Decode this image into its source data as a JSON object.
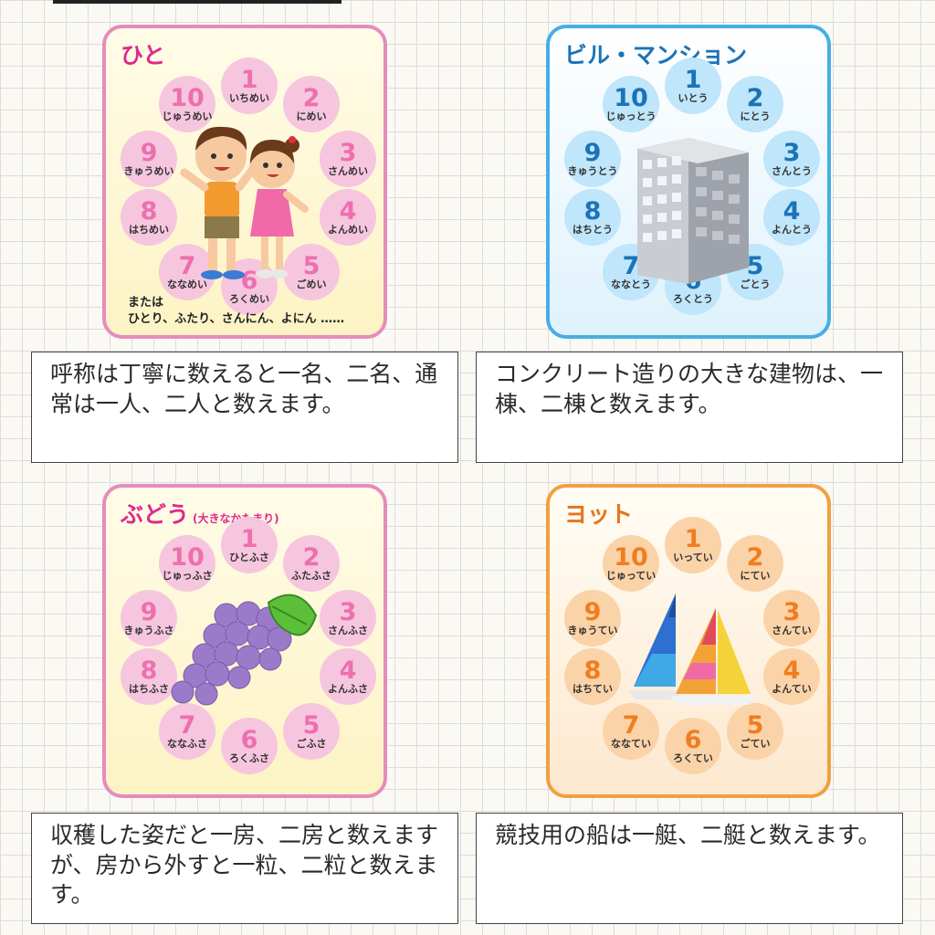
{
  "cards": {
    "hito": {
      "title": "ひと",
      "readings": [
        "いちめい",
        "にめい",
        "さんめい",
        "よんめい",
        "ごめい",
        "ろくめい",
        "ななめい",
        "はちめい",
        "きゅうめい",
        "じゅうめい"
      ],
      "note_line1": "または",
      "note_line2": "ひとり、ふたり、さんにん、よにん ……",
      "colors": {
        "border": "#e68cbc",
        "title": "#e0288c",
        "bubble": "#f6c6df",
        "num": "#ee6fae",
        "bg_top": "#fffce8",
        "bg_bottom": "#fdf3c4"
      }
    },
    "building": {
      "title": "ビル・マンション",
      "readings": [
        "いとう",
        "にとう",
        "さんとう",
        "よんとう",
        "ごとう",
        "ろくとう",
        "ななとう",
        "はちとう",
        "きゅうとう",
        "じゅっとう"
      ],
      "colors": {
        "border": "#46aee6",
        "title": "#1b73b8",
        "bubble": "#bfe6fa",
        "num": "#1b73b8",
        "bg_top": "#ffffff",
        "bg_bottom": "#dff2fc"
      }
    },
    "grape": {
      "title": "ぶどう",
      "subtitle": "(大きなかたまり)",
      "readings": [
        "ひとふさ",
        "ふたふさ",
        "さんふさ",
        "よんふさ",
        "ごふさ",
        "ろくふさ",
        "ななふさ",
        "はちふさ",
        "きゅうふさ",
        "じゅっふさ"
      ],
      "colors": {
        "border": "#e68cbc",
        "title": "#e0288c",
        "bubble": "#f6c6df",
        "num": "#ee6fae",
        "bg_top": "#fffce8",
        "bg_bottom": "#fdf3c4"
      }
    },
    "yacht": {
      "title": "ヨット",
      "readings": [
        "いってい",
        "にてい",
        "さんてい",
        "よんてい",
        "ごてい",
        "ろくてい",
        "ななてい",
        "はちてい",
        "きゅうてい",
        "じゅってい"
      ],
      "colors": {
        "border": "#f0a040",
        "title": "#e8731a",
        "bubble": "#fbd3a8",
        "num": "#f07d20",
        "bg_top": "#fffdf5",
        "bg_bottom": "#fde8cf"
      }
    }
  },
  "numbers": [
    "1",
    "2",
    "3",
    "4",
    "5",
    "6",
    "7",
    "8",
    "9",
    "10"
  ],
  "texts": {
    "hito": "呼称は丁寧に数えると一名、二名、通常は一人、二人と数えます。",
    "building": "コンクリート造りの大きな建物は、一棟、二棟と数えます。",
    "grape": "収穫した姿だと一房、二房と数えますが、房から外すと一粒、二粒と数えます。",
    "yacht": "競技用の船は一艇、二艇と数えます。"
  }
}
